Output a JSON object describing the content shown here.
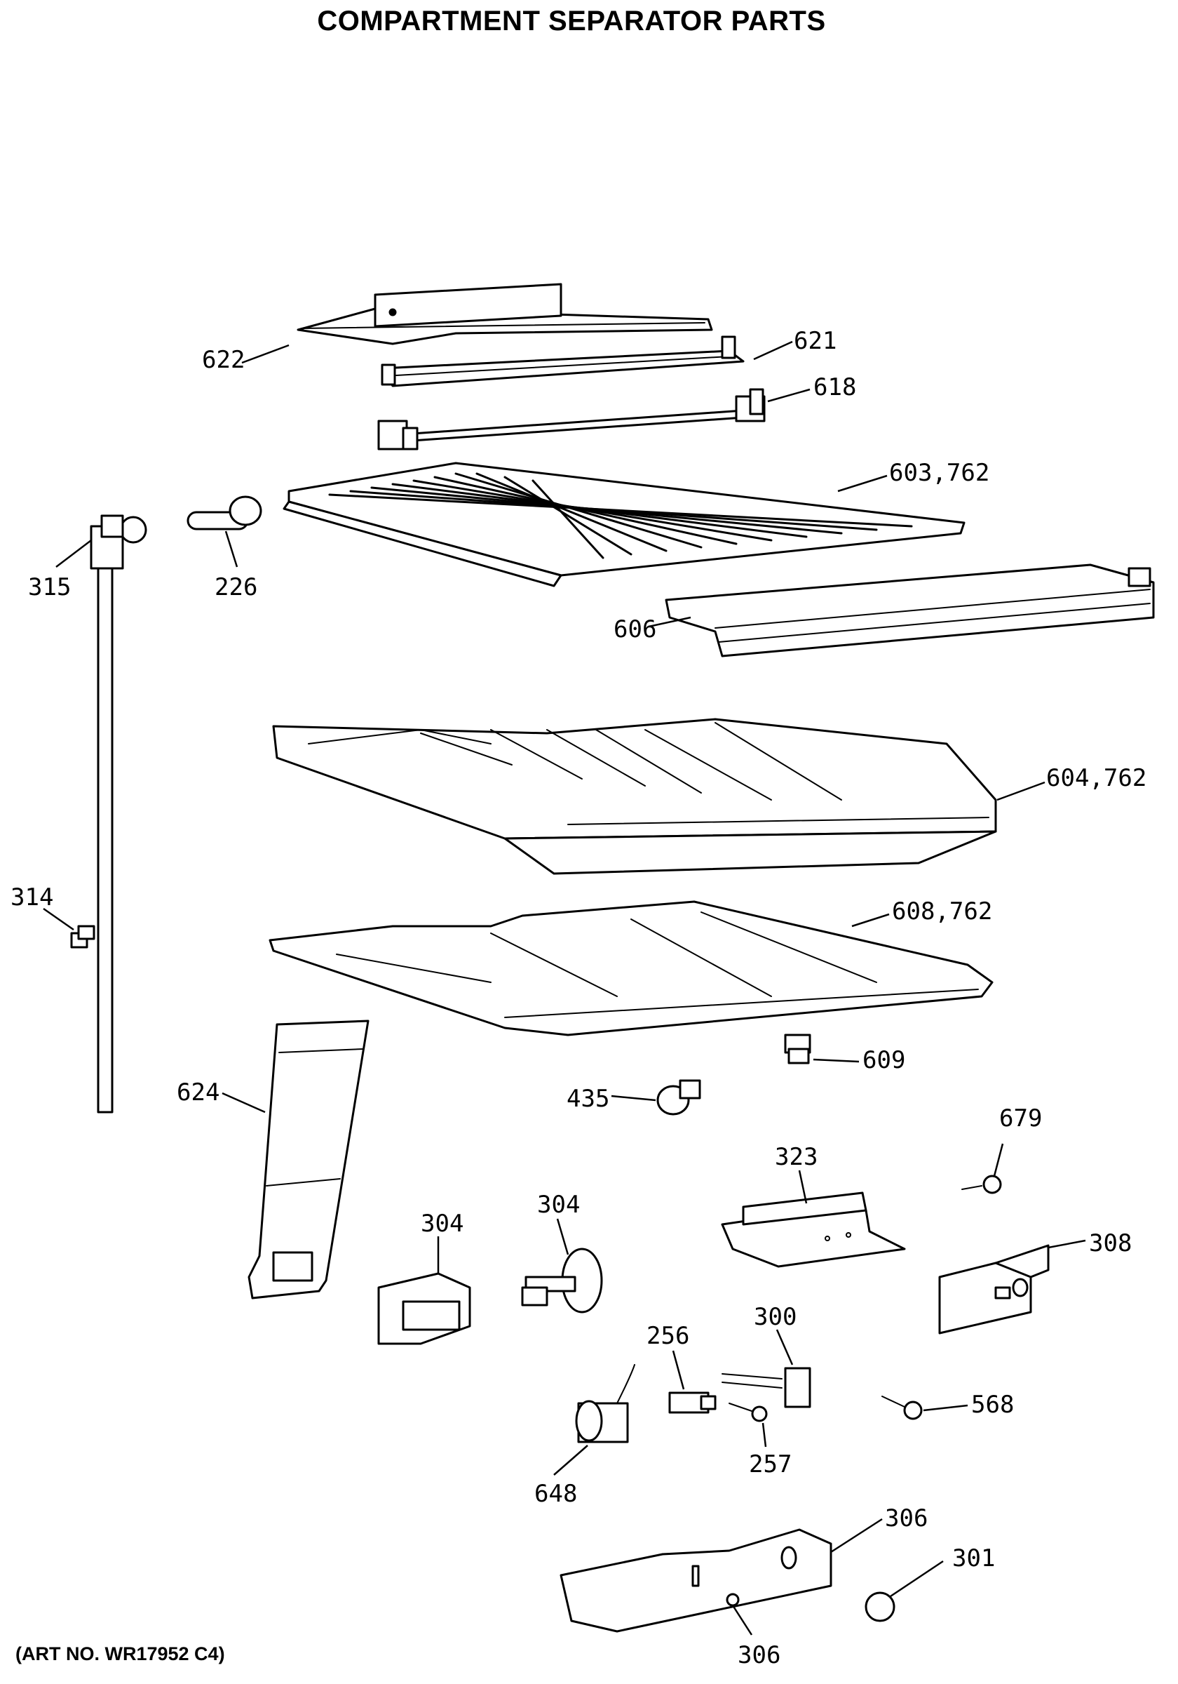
{
  "title": "COMPARTMENT SEPARATOR PARTS",
  "art_number": "(ART NO. WR17952 C4)",
  "callouts": [
    {
      "id": "c622",
      "label": "622"
    },
    {
      "id": "c621",
      "label": "621"
    },
    {
      "id": "c618",
      "label": "618"
    },
    {
      "id": "c603",
      "label": "603,762"
    },
    {
      "id": "c315",
      "label": "315"
    },
    {
      "id": "c226",
      "label": "226"
    },
    {
      "id": "c606",
      "label": "606"
    },
    {
      "id": "c604",
      "label": "604,762"
    },
    {
      "id": "c314",
      "label": "314"
    },
    {
      "id": "c608",
      "label": "608,762"
    },
    {
      "id": "c609",
      "label": "609"
    },
    {
      "id": "c624",
      "label": "624"
    },
    {
      "id": "c435",
      "label": "435"
    },
    {
      "id": "c679",
      "label": "679"
    },
    {
      "id": "c323",
      "label": "323"
    },
    {
      "id": "c304a",
      "label": "304"
    },
    {
      "id": "c304b",
      "label": "304"
    },
    {
      "id": "c308",
      "label": "308"
    },
    {
      "id": "c300",
      "label": "300"
    },
    {
      "id": "c256",
      "label": "256"
    },
    {
      "id": "c568",
      "label": "568"
    },
    {
      "id": "c257",
      "label": "257"
    },
    {
      "id": "c648",
      "label": "648"
    },
    {
      "id": "c306a",
      "label": "306"
    },
    {
      "id": "c301",
      "label": "301"
    },
    {
      "id": "c306b",
      "label": "306"
    }
  ]
}
